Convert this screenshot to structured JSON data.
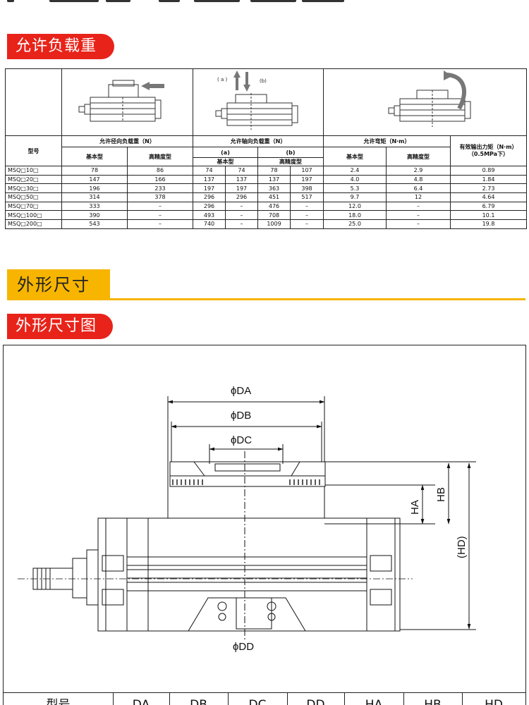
{
  "sections": {
    "allowable_load": "允许负载重",
    "outline": "外形尺寸",
    "outline_drawing": "外形尺寸图"
  },
  "load_table": {
    "header": {
      "model": "型号",
      "radial": "允许径向负载重（N）",
      "axial": "允许轴向负载重（N）",
      "moment": "允许弯矩（N·m）",
      "torque_l1": "有效输出力矩（N·m）",
      "torque_l2": "（0.5MPa下）",
      "basic": "基本型",
      "high": "高精度型",
      "a": "(a)",
      "b": "(b)"
    },
    "arrow_labels": {
      "a": "( a )",
      "b": "(b)"
    },
    "rows": [
      [
        "MSQ□10□",
        "78",
        "86",
        "74",
        "74",
        "78",
        "107",
        "2.4",
        "2.9",
        "0.89"
      ],
      [
        "MSQ□20□",
        "147",
        "166",
        "137",
        "137",
        "137",
        "197",
        "4.0",
        "4.8",
        "1.84"
      ],
      [
        "MSQ□30□",
        "196",
        "233",
        "197",
        "197",
        "363",
        "398",
        "5.3",
        "6.4",
        "2.73"
      ],
      [
        "MSQ□50□",
        "314",
        "378",
        "296",
        "296",
        "451",
        "517",
        "9.7",
        "12",
        "4.64"
      ],
      [
        "MSQ□70□",
        "333",
        "–",
        "296",
        "–",
        "476",
        "–",
        "12.0",
        "–",
        "6.79"
      ],
      [
        "MSQ□100□",
        "390",
        "–",
        "493",
        "–",
        "708",
        "–",
        "18.0",
        "–",
        "10.1"
      ],
      [
        "MSQ□200□",
        "543",
        "–",
        "740",
        "–",
        "1009",
        "–",
        "25.0",
        "–",
        "19.8"
      ]
    ]
  },
  "drawing": {
    "labels": {
      "da": "ϕDA",
      "db": "ϕDB",
      "dc": "ϕDC",
      "dd": "ϕDD",
      "ha": "HA",
      "hb": "HB",
      "hd": "(HD)"
    }
  },
  "dims_header": [
    "型号",
    "DA",
    "DB",
    "DC",
    "DD",
    "HA",
    "HB",
    "HD"
  ],
  "colors": {
    "accent_red": "#e8231a",
    "accent_yellow": "#f7b500"
  }
}
